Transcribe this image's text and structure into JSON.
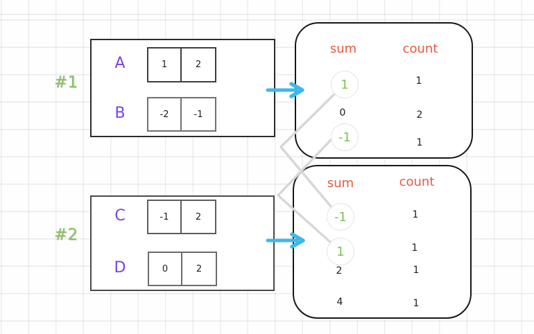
{
  "groups": [
    {
      "label": "#1",
      "rows": [
        {
          "name": "A",
          "cells": [
            "1",
            "2"
          ]
        },
        {
          "name": "B",
          "cells": [
            "-2",
            "-1"
          ]
        }
      ]
    },
    {
      "label": "#2",
      "rows": [
        {
          "name": "C",
          "cells": [
            "-1",
            "2"
          ]
        },
        {
          "name": "D",
          "cells": [
            "0",
            "2"
          ]
        }
      ]
    }
  ],
  "panels": [
    {
      "sum_header": "sum",
      "count_header": "count",
      "rows": [
        {
          "sum": "1",
          "count": "1",
          "circled": true
        },
        {
          "sum": "0",
          "count": "2",
          "circled": false
        },
        {
          "sum": "-1",
          "count": "1",
          "circled": true
        }
      ]
    },
    {
      "sum_header": "sum",
      "count_header": "count",
      "rows": [
        {
          "sum": "-1",
          "count": "1",
          "circled": true
        },
        {
          "sum": "1",
          "count": "1",
          "circled": true
        },
        {
          "sum": "2",
          "count": "1",
          "circled": false
        },
        {
          "sum": "4",
          "count": "1",
          "circled": false
        }
      ]
    }
  ],
  "connections": [
    {
      "from": "panel1 sum 1",
      "to": "panel2 sum -1"
    },
    {
      "from": "panel1 sum -1",
      "to": "panel2 sum 1"
    }
  ],
  "colors": {
    "green": "#7dc154",
    "purple": "#7445e6",
    "coral": "#e8593f",
    "cyan": "#3db9e9",
    "connector": "#d7d7d7",
    "box_border": "#2b2b2b",
    "panel_border": "#161616"
  }
}
